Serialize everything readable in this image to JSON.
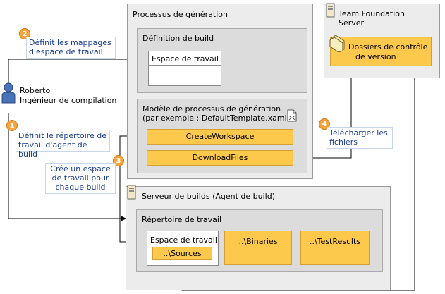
{
  "build_process": {
    "title": "Processus de génération",
    "build_definition": {
      "title": "Définition de build",
      "workspace_label": "Espace de travail"
    },
    "template": {
      "title_line1": "Modèle de processus de génération",
      "title_line2": "(par exemple : DefaultTemplate.xaml)",
      "activities": [
        "CreateWorkspace",
        "DownloadFiles"
      ]
    }
  },
  "tfs": {
    "title_line1": "Team Foundation",
    "title_line2": "Server",
    "folders_line1": "Dossiers de contrôle",
    "folders_line2": "de version"
  },
  "build_server": {
    "title": "Serveur de builds (Agent de build)",
    "working_dir": {
      "title": "Répertoire de travail",
      "workspace_label": "Espace de travail",
      "sources": "..\\Sources",
      "binaries": "..\\Binaries",
      "testresults": "..\\TestResults"
    }
  },
  "actor": {
    "name": "Roberto",
    "role": "Ingénieur de compilation"
  },
  "steps": [
    {
      "number": "1",
      "line1": "Définit le répertoire de",
      "line2": "travail d'agent de build",
      "line3": ""
    },
    {
      "number": "2",
      "line1": "Définit les mappages",
      "line2": "d'espace de travail",
      "line3": ""
    },
    {
      "number": "3",
      "line1": "Crée un espace",
      "line2": "de travail pour",
      "line3": "chaque build"
    },
    {
      "number": "4",
      "line1": "Télécharger les",
      "line2": "fichiers",
      "line3": ""
    }
  ],
  "colors": {
    "activity_fill": "#fdc94d",
    "badge_fill": "#f7a43a",
    "note_text": "#1a3d8f"
  }
}
